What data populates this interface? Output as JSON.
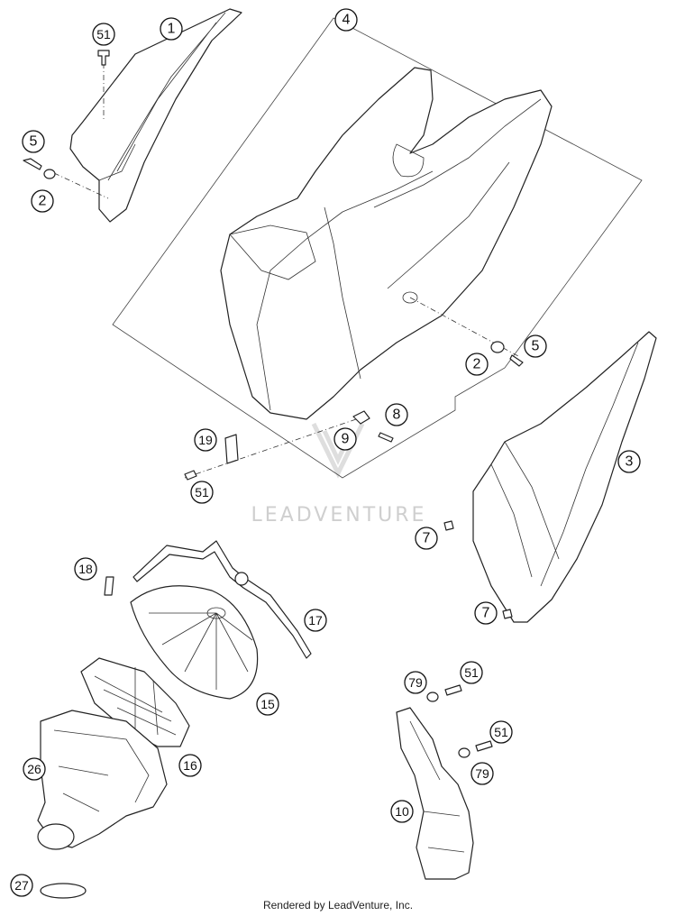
{
  "callouts": [
    {
      "id": "c1",
      "label": "1"
    },
    {
      "id": "c51a",
      "label": "51"
    },
    {
      "id": "c5a",
      "label": "5"
    },
    {
      "id": "c2a",
      "label": "2"
    },
    {
      "id": "c4",
      "label": "4"
    },
    {
      "id": "c5b",
      "label": "5"
    },
    {
      "id": "c2b",
      "label": "2"
    },
    {
      "id": "c8",
      "label": "8"
    },
    {
      "id": "c9",
      "label": "9"
    },
    {
      "id": "c19",
      "label": "19"
    },
    {
      "id": "c51b",
      "label": "51"
    },
    {
      "id": "c3",
      "label": "3"
    },
    {
      "id": "c7a",
      "label": "7"
    },
    {
      "id": "c7b",
      "label": "7"
    },
    {
      "id": "c18",
      "label": "18"
    },
    {
      "id": "c17",
      "label": "17"
    },
    {
      "id": "c15",
      "label": "15"
    },
    {
      "id": "c16",
      "label": "16"
    },
    {
      "id": "c26",
      "label": "26"
    },
    {
      "id": "c27",
      "label": "27"
    },
    {
      "id": "c79a",
      "label": "79"
    },
    {
      "id": "c51c",
      "label": "51"
    },
    {
      "id": "c51d",
      "label": "51"
    },
    {
      "id": "c79b",
      "label": "79"
    },
    {
      "id": "c10",
      "label": "10"
    }
  ],
  "watermark": "LEADVENTURE",
  "footer": "Rendered by LeadVenture, Inc."
}
